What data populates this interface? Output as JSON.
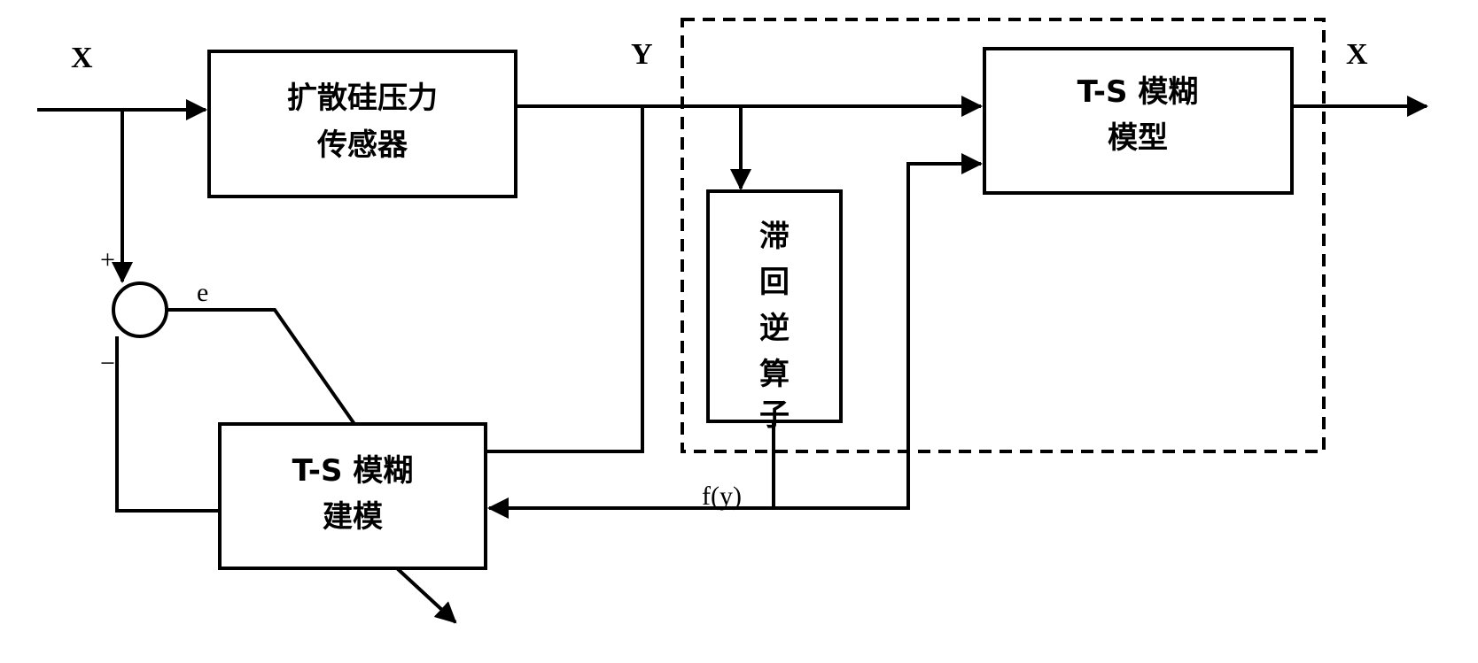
{
  "diagram": {
    "type": "block-diagram",
    "signals": {
      "input_x": "X",
      "sensor_output_y": "Y",
      "model_output_x": "X",
      "error_e": "e",
      "plus_sign": "+",
      "minus_sign": "−",
      "fy": "f(y)"
    },
    "blocks": {
      "sensor": {
        "line1": "扩散硅压力",
        "line2": "传感器"
      },
      "ts_fuzzy_model": {
        "line1": "T-S 模糊",
        "line2": "模型"
      },
      "ts_fuzzy_modeling": {
        "line1": "T-S 模糊",
        "line2": "建模"
      },
      "hysteresis_inverse": {
        "chars": [
          "滞",
          "回",
          "逆",
          "算",
          "子"
        ]
      }
    },
    "nodes": [
      "summing-junction"
    ],
    "groups": [
      "dashed-compensation-region"
    ],
    "colors": {
      "stroke": "#000000",
      "background": "#ffffff"
    }
  }
}
